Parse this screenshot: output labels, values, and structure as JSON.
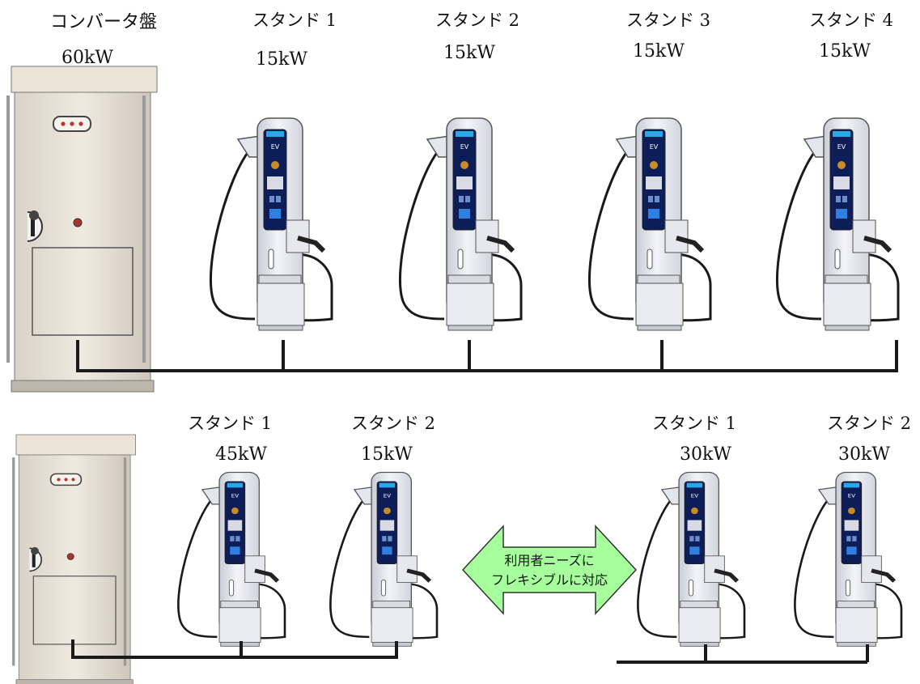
{
  "top": {
    "converter": {
      "name": "コンバータ盤",
      "power": "60kW"
    },
    "stands": [
      {
        "name": "スタンド 1",
        "power": "15kW"
      },
      {
        "name": "スタンド 2",
        "power": "15kW"
      },
      {
        "name": "スタンド 3",
        "power": "15kW"
      },
      {
        "name": "スタンド 4",
        "power": "15kW"
      }
    ]
  },
  "bottom_left": {
    "stands": [
      {
        "name": "スタンド 1",
        "power": "45kW"
      },
      {
        "name": "スタンド 2",
        "power": "15kW"
      }
    ]
  },
  "bottom_right": {
    "stands": [
      {
        "name": "スタンド 1",
        "power": "30kW"
      },
      {
        "name": "スタンド 2",
        "power": "30kW"
      }
    ]
  },
  "arrow": {
    "line1": "利用者ニーズに",
    "line2": "フレキシブルに対応",
    "color": "#a6ff9c"
  },
  "charger_badge": "EV",
  "colors": {
    "wire": "#1a1a1a",
    "panel": "#0d1d58",
    "screen": "#29a9e8",
    "cabinet": "#e6dfd4"
  }
}
